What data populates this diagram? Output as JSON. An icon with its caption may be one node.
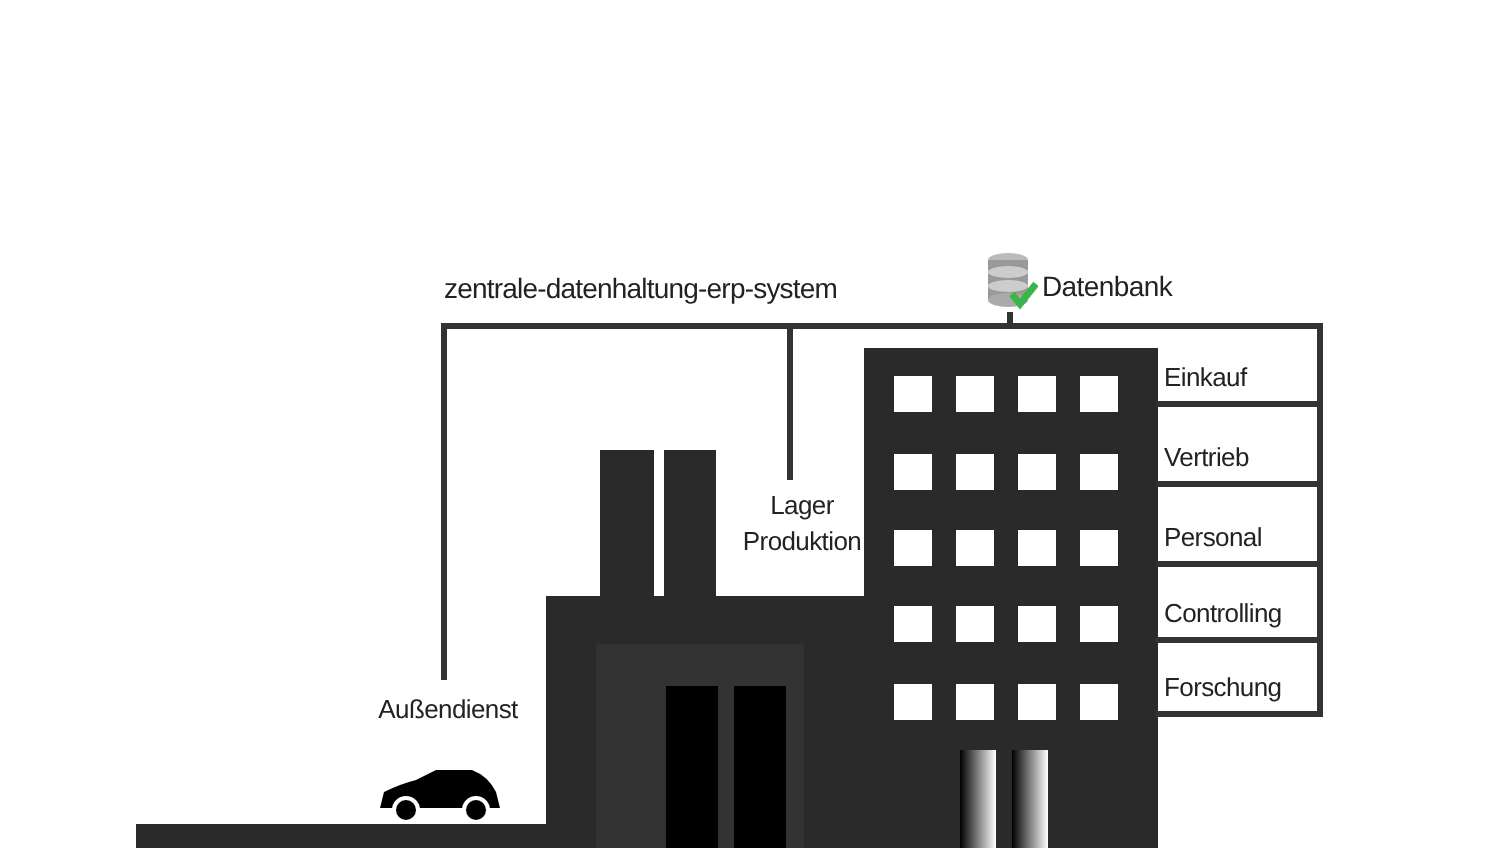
{
  "diagram": {
    "nodes": [
      {
        "text": [
          "Datenbank"
        ]
      },
      {
        "text": [
          "Lager Produktion"
        ]
      },
      {
        "text": [
          "Außendienst"
        ]
      },
      {
        "text": [
          "Einkauf"
        ]
      },
      {
        "text": [
          "Vertrieb"
        ]
      },
      {
        "text": [
          "Personal"
        ]
      },
      {
        "text": [
          "Controlling"
        ]
      },
      {
        "text": [
          "Forschung"
        ]
      }
    ],
    "edges": [
      {
        "from": 0,
        "to": 1,
        "arrow": "none"
      },
      {
        "from": 0,
        "to": 2,
        "arrow": "none"
      },
      {
        "from": 0,
        "to": 3,
        "arrow": "none"
      },
      {
        "from": 0,
        "to": 4,
        "arrow": "none"
      },
      {
        "from": 0,
        "to": 5,
        "arrow": "none"
      },
      {
        "from": 0,
        "to": 6,
        "arrow": "none"
      },
      {
        "from": 0,
        "to": 7,
        "arrow": "none"
      }
    ],
    "labels": [
      "zentrale-datenhaltung-erp-system"
    ]
  }
}
